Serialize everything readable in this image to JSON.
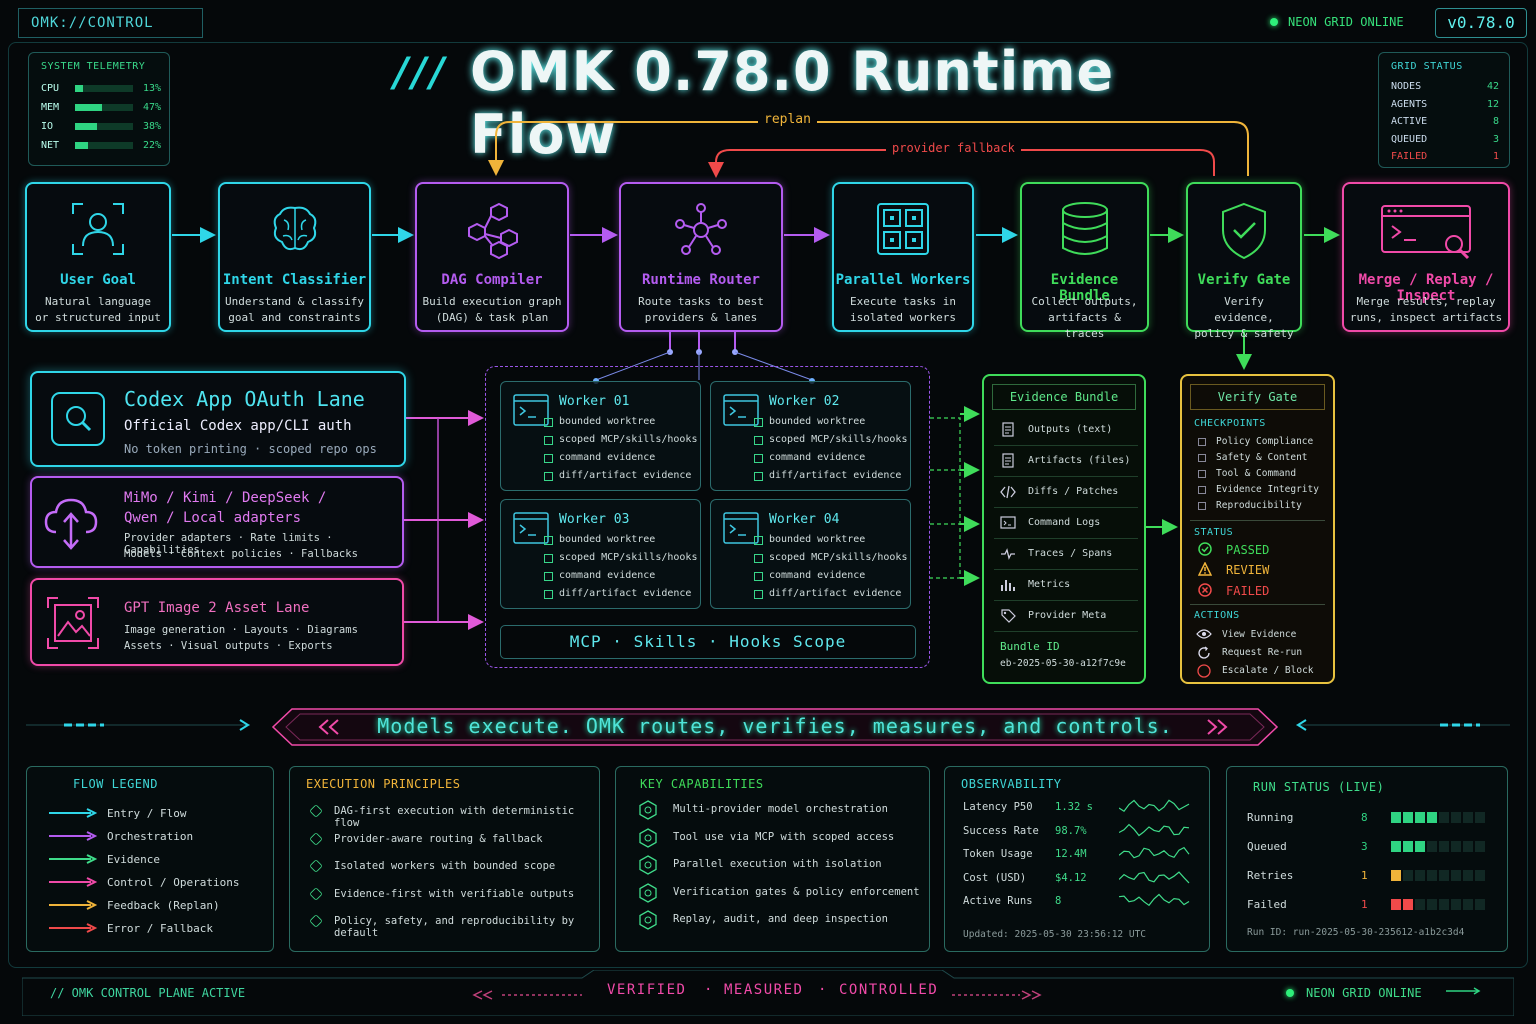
{
  "topbar": {
    "brand": "OMK://CONTROL",
    "status": "NEON GRID ONLINE",
    "version": "v0.78.0"
  },
  "title": {
    "slashes": "///",
    "text": "OMK 0.78.0 Runtime Flow"
  },
  "telemetry": {
    "title": "SYSTEM TELEMETRY",
    "rows": [
      {
        "label": "CPU",
        "value": "13%",
        "level": 0.13
      },
      {
        "label": "MEM",
        "value": "47%",
        "level": 0.47
      },
      {
        "label": "IO",
        "value": "38%",
        "level": 0.38
      },
      {
        "label": "NET",
        "value": "22%",
        "level": 0.22
      }
    ]
  },
  "grid_status": {
    "title": "GRID STATUS",
    "rows": [
      {
        "label": "NODES",
        "value": "42"
      },
      {
        "label": "AGENTS",
        "value": "12"
      },
      {
        "label": "ACTIVE",
        "value": "8"
      },
      {
        "label": "QUEUED",
        "value": "3"
      },
      {
        "label": "FAILED",
        "value": "1"
      }
    ]
  },
  "feedback": {
    "replan": "replan",
    "fallback": "provider fallback"
  },
  "nodes": [
    {
      "title": "User Goal",
      "desc1": "Natural language",
      "desc2": "or structured input",
      "color": "#2fd6e8",
      "icon": "user-icon"
    },
    {
      "title": "Intent Classifier",
      "desc1": "Understand & classify",
      "desc2": "goal and constraints",
      "color": "#2fd6e8",
      "icon": "brain-icon"
    },
    {
      "title": "DAG Compiler",
      "desc1": "Build execution graph",
      "desc2": "(DAG) & task plan",
      "color": "#b45cf0",
      "icon": "dag-icon"
    },
    {
      "title": "Runtime Router",
      "desc1": "Route tasks to best",
      "desc2": "providers & lanes",
      "color": "#b45cf0",
      "icon": "router-icon"
    },
    {
      "title": "Parallel Workers",
      "desc1": "Execute tasks in",
      "desc2": "isolated workers",
      "color": "#2fd6e8",
      "icon": "grid-icon"
    },
    {
      "title": "Evidence Bundle",
      "desc1": "Collect outputs,",
      "desc2": "artifacts & traces",
      "color": "#3fdc5a",
      "icon": "database-icon"
    },
    {
      "title": "Verify Gate",
      "desc1": "Verify evidence,",
      "desc2": "policy & safety",
      "color": "#3fdc5a",
      "icon": "shield-icon"
    },
    {
      "title": "Merge / Replay / Inspect",
      "desc1": "Merge results, replay",
      "desc2": "runs, inspect artifacts",
      "color": "#f04aa8",
      "icon": "terminal-search-icon"
    }
  ],
  "lanes": {
    "codex": {
      "title": "Codex App OAuth Lane",
      "sub": "Official Codex app/CLI auth",
      "note": "No token printing · scoped repo ops"
    },
    "mimo": {
      "title1": "MiMo / Kimi / DeepSeek /",
      "title2": "Qwen / Local adapters",
      "l1": "Provider adapters · Rate limits · Capabilities",
      "l2": "Models · Context policies · Fallbacks"
    },
    "gpt": {
      "title": "GPT Image 2 Asset Lane",
      "l1": "Image generation · Layouts · Diagrams",
      "l2": "Assets · Visual outputs · Exports"
    }
  },
  "workers": [
    {
      "title": "Worker 01"
    },
    {
      "title": "Worker 02"
    },
    {
      "title": "Worker 03"
    },
    {
      "title": "Worker 04"
    }
  ],
  "worker_items": [
    "bounded worktree",
    "scoped MCP/skills/hooks",
    "command evidence",
    "diff/artifact evidence"
  ],
  "mcp_scope": "MCP · Skills · Hooks Scope",
  "evidence": {
    "title": "Evidence Bundle",
    "items": [
      "Outputs (text)",
      "Artifacts (files)",
      "Diffs / Patches",
      "Command Logs",
      "Traces / Spans",
      "Metrics",
      "Provider Meta"
    ],
    "bundle_label": "Bundle ID",
    "bundle_id": "eb-2025-05-30-a12f7c9e"
  },
  "verify": {
    "title": "Verify Gate",
    "checkpoints_label": "CHECKPOINTS",
    "checkpoints": [
      "Policy Compliance",
      "Safety & Content",
      "Tool & Command",
      "Evidence Integrity",
      "Reproducibility"
    ],
    "status_label": "STATUS",
    "passed": "PASSED",
    "review": "REVIEW",
    "failed": "FAILED",
    "actions_label": "ACTIONS",
    "actions": [
      "View Evidence",
      "Request Re-run",
      "Escalate / Block"
    ]
  },
  "banner": "Models execute. OMK routes, verifies, measures, and controls.",
  "legend": {
    "title": "FLOW LEGEND",
    "items": [
      {
        "label": "Entry / Flow",
        "color": "#2fd6e8"
      },
      {
        "label": "Orchestration",
        "color": "#b45cf0"
      },
      {
        "label": "Evidence",
        "color": "#3fdc8a"
      },
      {
        "label": "Control / Operations",
        "color": "#f04aa8"
      },
      {
        "label": "Feedback (Replan)",
        "color": "#f0b43a"
      },
      {
        "label": "Error / Fallback",
        "color": "#f04a4a"
      }
    ]
  },
  "principles": {
    "title": "EXECUTION PRINCIPLES",
    "items": [
      "DAG-first execution with deterministic flow",
      "Provider-aware routing & fallback",
      "Isolated workers with bounded scope",
      "Evidence-first with verifiable outputs",
      "Policy, safety, and reproducibility by default"
    ]
  },
  "capabilities": {
    "title": "KEY CAPABILITIES",
    "items": [
      "Multi-provider model orchestration",
      "Tool use via MCP with scoped access",
      "Parallel execution with isolation",
      "Verification gates & policy enforcement",
      "Replay, audit, and deep inspection"
    ]
  },
  "observability": {
    "title": "OBSERVABILITY",
    "rows": [
      {
        "label": "Latency P50",
        "value": "1.32 s"
      },
      {
        "label": "Success Rate",
        "value": "98.7%"
      },
      {
        "label": "Token Usage",
        "value": "12.4M"
      },
      {
        "label": "Cost (USD)",
        "value": "$4.12"
      },
      {
        "label": "Active Runs",
        "value": "8"
      }
    ],
    "updated": "Updated: 2025-05-30 23:56:12 UTC"
  },
  "run_status": {
    "title": "RUN STATUS (LIVE)",
    "rows": [
      {
        "label": "Running",
        "value": "8",
        "filled": 4,
        "color": "#2fd482"
      },
      {
        "label": "Queued",
        "value": "3",
        "filled": 3,
        "color": "#2fd482"
      },
      {
        "label": "Retries",
        "value": "1",
        "filled": 1,
        "color": "#f0b43a"
      },
      {
        "label": "Failed",
        "value": "1",
        "filled": 2,
        "color": "#f04a4a"
      }
    ],
    "run_id": "Run ID: run-2025-05-30-235612-a1b2c3d4"
  },
  "footer": {
    "left": "// OMK CONTROL PLANE ACTIVE",
    "w1": "VERIFIED",
    "w2": "MEASURED",
    "w3": "CONTROLLED",
    "right": "NEON GRID ONLINE"
  }
}
